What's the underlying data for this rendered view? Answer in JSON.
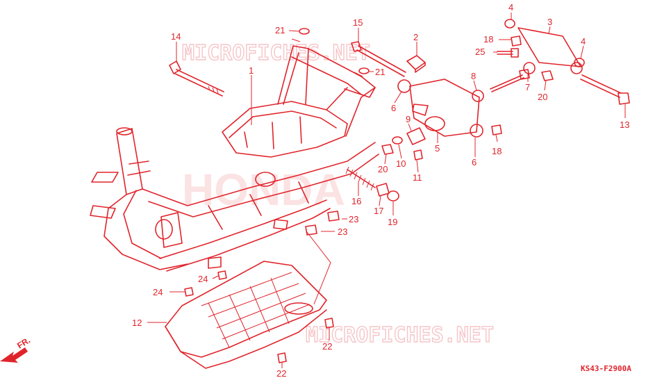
{
  "diagram": {
    "watermarks": [
      "MICROFICHES.NET",
      "HONDA",
      "MICROFICHES.NET"
    ],
    "diagram_code": "KS43-F2900A",
    "direction_label": "FR.",
    "colors": {
      "line": "#e0242b",
      "watermark": "#f6c5c8",
      "background": "#ffffff"
    },
    "callouts": [
      {
        "id": "c1",
        "text": "1"
      },
      {
        "id": "c2",
        "text": "2"
      },
      {
        "id": "c3",
        "text": "3"
      },
      {
        "id": "c4a",
        "text": "4"
      },
      {
        "id": "c4b",
        "text": "4"
      },
      {
        "id": "c5",
        "text": "5"
      },
      {
        "id": "c6a",
        "text": "6"
      },
      {
        "id": "c6b",
        "text": "6"
      },
      {
        "id": "c7",
        "text": "7"
      },
      {
        "id": "c8",
        "text": "8"
      },
      {
        "id": "c9",
        "text": "9"
      },
      {
        "id": "c10",
        "text": "10"
      },
      {
        "id": "c11",
        "text": "11"
      },
      {
        "id": "c12",
        "text": "12"
      },
      {
        "id": "c13",
        "text": "13"
      },
      {
        "id": "c14",
        "text": "14"
      },
      {
        "id": "c15",
        "text": "15"
      },
      {
        "id": "c16",
        "text": "16"
      },
      {
        "id": "c17",
        "text": "17"
      },
      {
        "id": "c18a",
        "text": "18"
      },
      {
        "id": "c18b",
        "text": "18"
      },
      {
        "id": "c19",
        "text": "19"
      },
      {
        "id": "c20a",
        "text": "20"
      },
      {
        "id": "c20b",
        "text": "20"
      },
      {
        "id": "c21a",
        "text": "21"
      },
      {
        "id": "c21b",
        "text": "21"
      },
      {
        "id": "c22a",
        "text": "22"
      },
      {
        "id": "c22b",
        "text": "22"
      },
      {
        "id": "c23a",
        "text": "23"
      },
      {
        "id": "c23b",
        "text": "23"
      },
      {
        "id": "c24a",
        "text": "24"
      },
      {
        "id": "c24b",
        "text": "24"
      },
      {
        "id": "c25",
        "text": "25"
      }
    ]
  }
}
